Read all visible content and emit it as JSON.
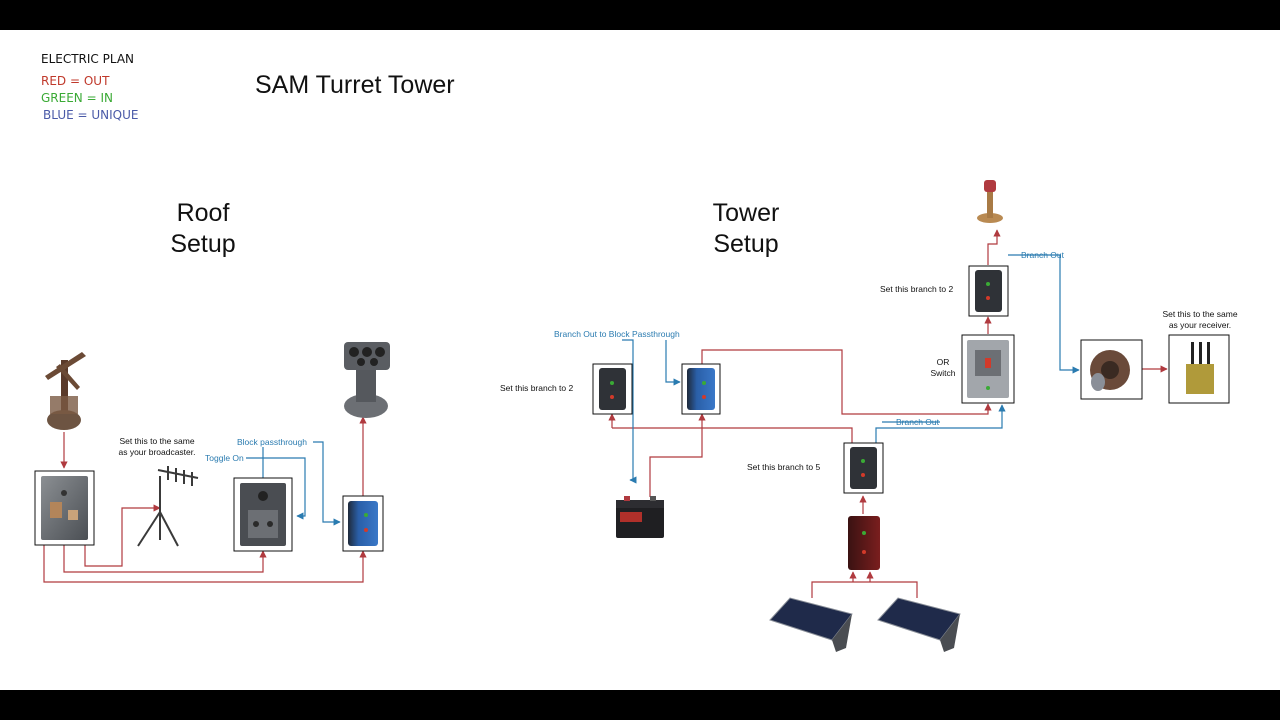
{
  "legend": {
    "heading": "ELECTRIC PLAN",
    "red": "RED = OUT",
    "green": "GREEN = IN",
    "blue": "BLUE = UNIQUE",
    "colors": {
      "red": "#c0392b",
      "green": "#3aaa35",
      "blue": "#4a5aa8"
    }
  },
  "title": "SAM Turret Tower",
  "roof": {
    "title_line1": "Roof",
    "title_line2": "Setup",
    "broadcaster_note_line1": "Set this to the same",
    "broadcaster_note_line2": "as your broadcaster.",
    "toggle_label": "Toggle On",
    "block_label": "Block passthrough"
  },
  "tower": {
    "title_line1": "Tower",
    "title_line2": "Setup",
    "branch_block_label": "Branch Out to Block Passthrough",
    "set_branch_2_left": "Set this branch to 2",
    "set_branch_2_top": "Set this branch to 2",
    "set_branch_5": "Set this branch to 5",
    "or_line1": "OR",
    "or_line2": "Switch",
    "branch_out_top": "Branch Out",
    "branch_out_mid": "Branch Out",
    "receiver_note_line1": "Set this to the same",
    "receiver_note_line2": "as your receiver."
  },
  "wire_colors": {
    "out": "#b03a3f",
    "unique": "#2a7bb0"
  }
}
